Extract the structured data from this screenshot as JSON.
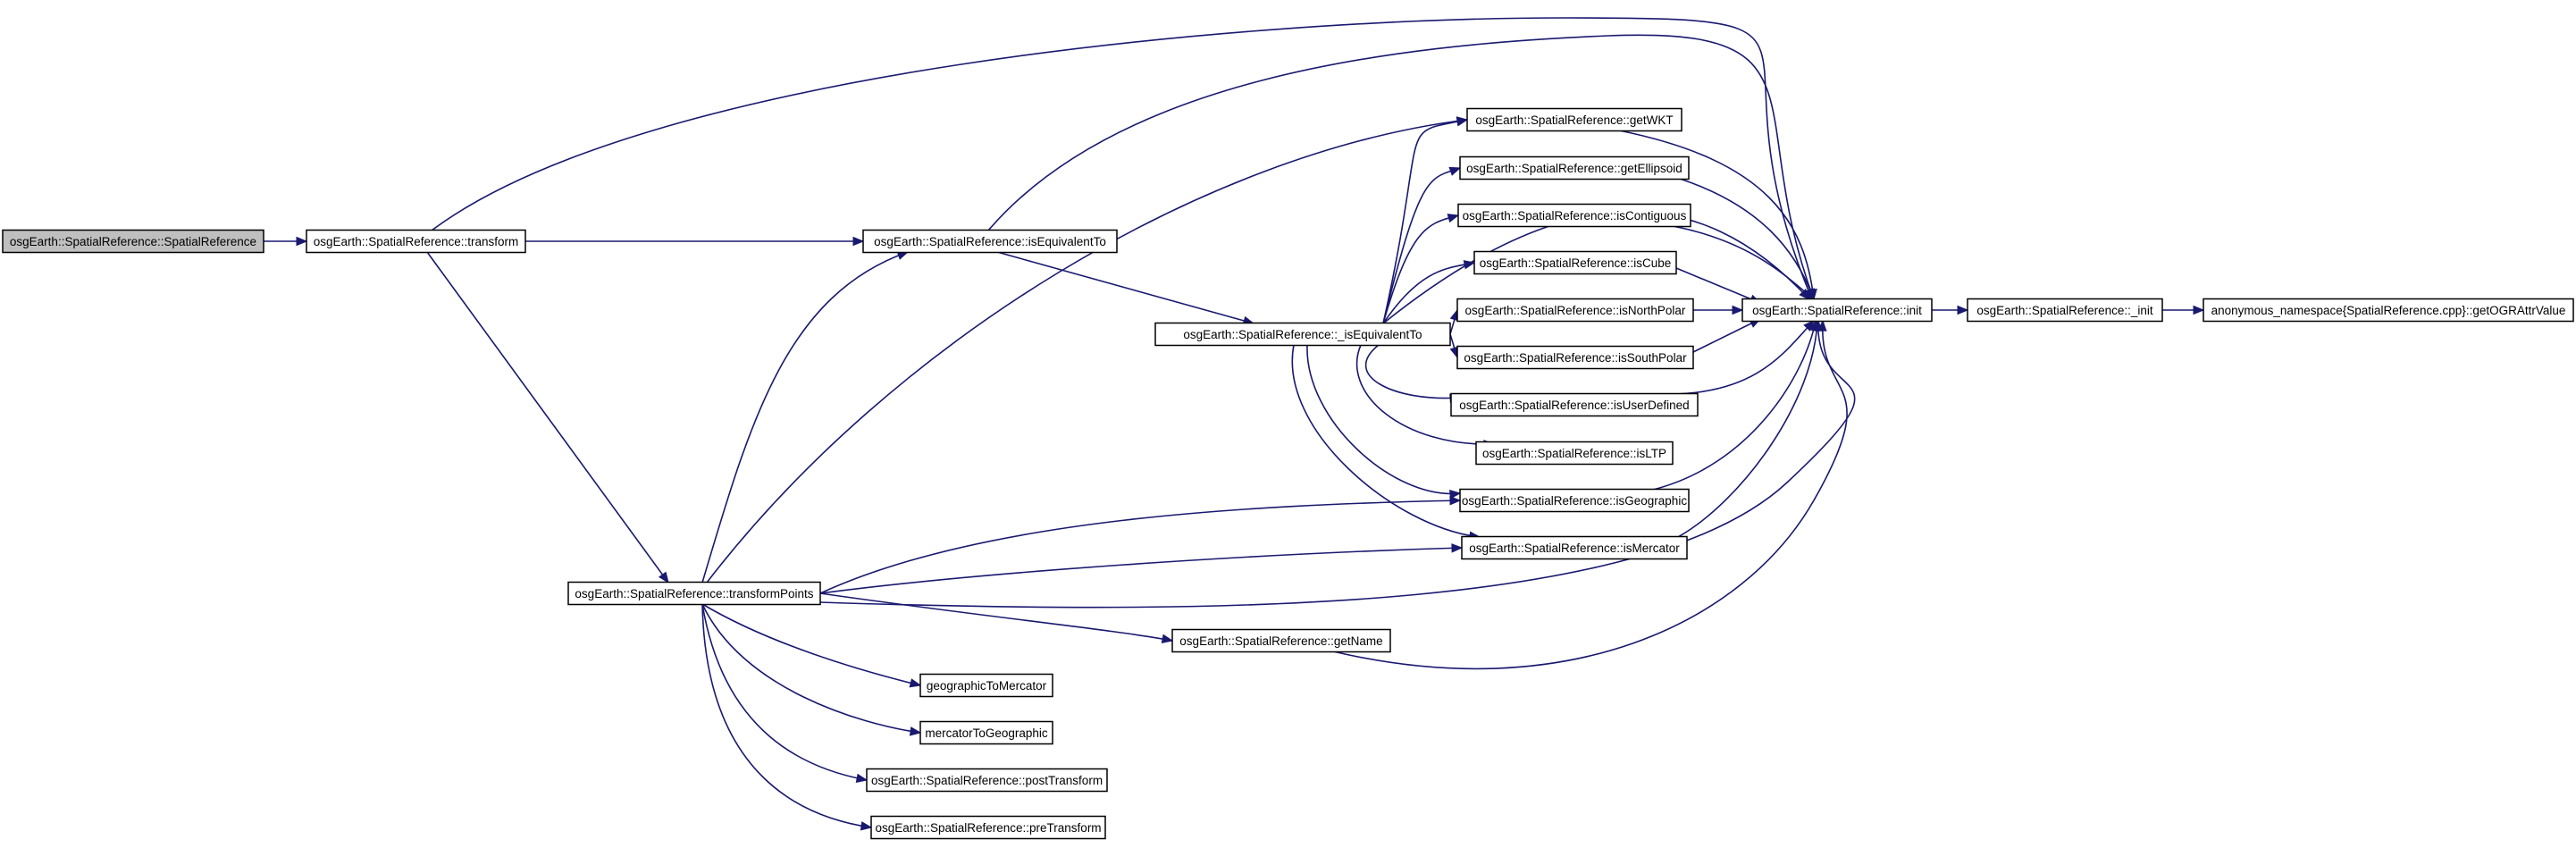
{
  "graph": {
    "nodes": [
      {
        "id": "ctor",
        "label": "osgEarth::SpatialReference::SpatialReference",
        "highlighted": true
      },
      {
        "id": "transform",
        "label": "osgEarth::SpatialReference::transform"
      },
      {
        "id": "isEquivalentTo",
        "label": "osgEarth::SpatialReference::isEquivalentTo"
      },
      {
        "id": "_isEquivalentTo",
        "label": "osgEarth::SpatialReference::_isEquivalentTo"
      },
      {
        "id": "transformPoints",
        "label": "osgEarth::SpatialReference::transformPoints"
      },
      {
        "id": "getWKT",
        "label": "osgEarth::SpatialReference::getWKT"
      },
      {
        "id": "getEllipsoid",
        "label": "osgEarth::SpatialReference::getEllipsoid"
      },
      {
        "id": "isContiguous",
        "label": "osgEarth::SpatialReference::isContiguous"
      },
      {
        "id": "isCube",
        "label": "osgEarth::SpatialReference::isCube"
      },
      {
        "id": "isNorthPolar",
        "label": "osgEarth::SpatialReference::isNorthPolar"
      },
      {
        "id": "isSouthPolar",
        "label": "osgEarth::SpatialReference::isSouthPolar"
      },
      {
        "id": "isUserDefined",
        "label": "osgEarth::SpatialReference::isUserDefined"
      },
      {
        "id": "isLTP",
        "label": "osgEarth::SpatialReference::isLTP"
      },
      {
        "id": "isGeographic",
        "label": "osgEarth::SpatialReference::isGeographic"
      },
      {
        "id": "isMercator",
        "label": "osgEarth::SpatialReference::isMercator"
      },
      {
        "id": "init",
        "label": "osgEarth::SpatialReference::init"
      },
      {
        "id": "_init",
        "label": "osgEarth::SpatialReference::_init"
      },
      {
        "id": "getOGRAttrValue",
        "label": "anonymous_namespace{SpatialReference.cpp}::getOGRAttrValue"
      },
      {
        "id": "getName",
        "label": "osgEarth::SpatialReference::getName"
      },
      {
        "id": "geographicToMercator",
        "label": "geographicToMercator"
      },
      {
        "id": "mercatorToGeographic",
        "label": "mercatorToGeographic"
      },
      {
        "id": "postTransform",
        "label": "osgEarth::SpatialReference::postTransform"
      },
      {
        "id": "preTransform",
        "label": "osgEarth::SpatialReference::preTransform"
      }
    ],
    "edges": [
      {
        "from": "ctor",
        "to": "transform"
      },
      {
        "from": "transform",
        "to": "isEquivalentTo"
      },
      {
        "from": "transform",
        "to": "init"
      },
      {
        "from": "transform",
        "to": "transformPoints"
      },
      {
        "from": "isEquivalentTo",
        "to": "_isEquivalentTo"
      },
      {
        "from": "isEquivalentTo",
        "to": "init"
      },
      {
        "from": "_isEquivalentTo",
        "to": "getWKT"
      },
      {
        "from": "_isEquivalentTo",
        "to": "getEllipsoid"
      },
      {
        "from": "_isEquivalentTo",
        "to": "isContiguous"
      },
      {
        "from": "_isEquivalentTo",
        "to": "isCube"
      },
      {
        "from": "_isEquivalentTo",
        "to": "isNorthPolar"
      },
      {
        "from": "_isEquivalentTo",
        "to": "isSouthPolar"
      },
      {
        "from": "_isEquivalentTo",
        "to": "isUserDefined"
      },
      {
        "from": "_isEquivalentTo",
        "to": "isLTP"
      },
      {
        "from": "_isEquivalentTo",
        "to": "isGeographic"
      },
      {
        "from": "_isEquivalentTo",
        "to": "isMercator"
      },
      {
        "from": "_isEquivalentTo",
        "to": "init"
      },
      {
        "from": "getWKT",
        "to": "init"
      },
      {
        "from": "getEllipsoid",
        "to": "init"
      },
      {
        "from": "isContiguous",
        "to": "init"
      },
      {
        "from": "isCube",
        "to": "init"
      },
      {
        "from": "isNorthPolar",
        "to": "init"
      },
      {
        "from": "isSouthPolar",
        "to": "init"
      },
      {
        "from": "isUserDefined",
        "to": "init"
      },
      {
        "from": "isGeographic",
        "to": "init"
      },
      {
        "from": "isMercator",
        "to": "init"
      },
      {
        "from": "getName",
        "to": "init"
      },
      {
        "from": "init",
        "to": "_init"
      },
      {
        "from": "_init",
        "to": "getOGRAttrValue"
      },
      {
        "from": "transformPoints",
        "to": "isEquivalentTo"
      },
      {
        "from": "transformPoints",
        "to": "getWKT"
      },
      {
        "from": "transformPoints",
        "to": "init"
      },
      {
        "from": "transformPoints",
        "to": "isGeographic"
      },
      {
        "from": "transformPoints",
        "to": "isMercator"
      },
      {
        "from": "transformPoints",
        "to": "getName"
      },
      {
        "from": "transformPoints",
        "to": "geographicToMercator"
      },
      {
        "from": "transformPoints",
        "to": "mercatorToGeographic"
      },
      {
        "from": "transformPoints",
        "to": "postTransform"
      },
      {
        "from": "transformPoints",
        "to": "preTransform"
      }
    ],
    "colors": {
      "edge": "#191970",
      "node_border": "#000000",
      "node_fill": "#ffffff",
      "highlight_fill": "#bfbfbf",
      "text": "#000000"
    }
  }
}
